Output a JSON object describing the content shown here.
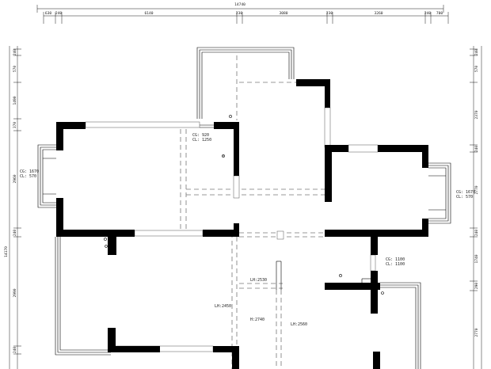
{
  "dimensions": {
    "top_total": "14740",
    "top_segments": [
      "630",
      "240",
      "6140",
      "230",
      "3080",
      "230",
      "3260",
      "240",
      "700"
    ],
    "left_total": "14170",
    "left_segments": [
      "240",
      "570",
      "1490",
      "370",
      "2960",
      "240",
      "2990",
      "240"
    ],
    "right_segments": [
      "240",
      "570",
      "2370",
      "240",
      "2770",
      "240",
      "1740",
      "290",
      "2770"
    ]
  },
  "annotations": {
    "room_a": [
      "CG: 920",
      "CL: 1250"
    ],
    "room_left_bay": [
      "CG: 1670",
      "CL: 570"
    ],
    "room_right_bay": [
      "CG: 1670",
      "CL: 570"
    ],
    "room_mid_right": [
      "CG: 1100",
      "CL: 1100"
    ],
    "lh_2530": "LH:2530",
    "lh_2450": "LH:2450",
    "h_2740": "H:2740",
    "lh_2560": "LH:2560"
  }
}
